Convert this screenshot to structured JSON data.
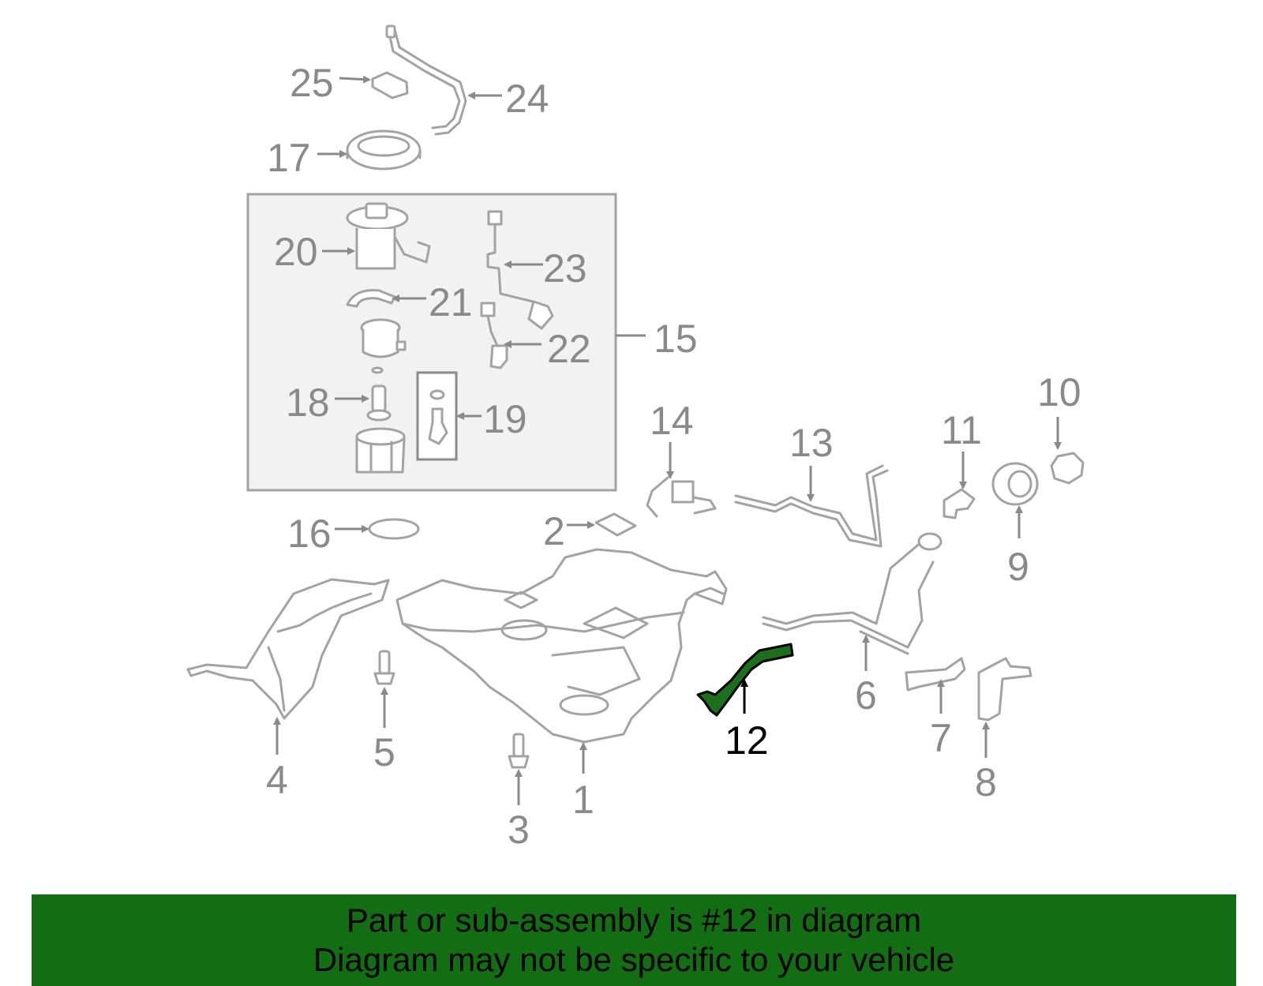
{
  "diagram": {
    "highlighted_part": "12",
    "part_labels": [
      "1",
      "2",
      "3",
      "4",
      "5",
      "6",
      "7",
      "8",
      "9",
      "10",
      "11",
      "12",
      "13",
      "14",
      "15",
      "16",
      "17",
      "18",
      "19",
      "20",
      "21",
      "22",
      "23",
      "24",
      "25"
    ]
  },
  "banner": {
    "line1": "Part or sub-assembly is #12 in diagram",
    "line2": "Diagram may not be specific to your vehicle"
  },
  "colors": {
    "banner_background": "#136d13",
    "highlight_part": "#1d6f1d",
    "part_outline": "#a3a3a3",
    "label_gray": "#8a8a8a",
    "highlight_label": "#000000"
  }
}
